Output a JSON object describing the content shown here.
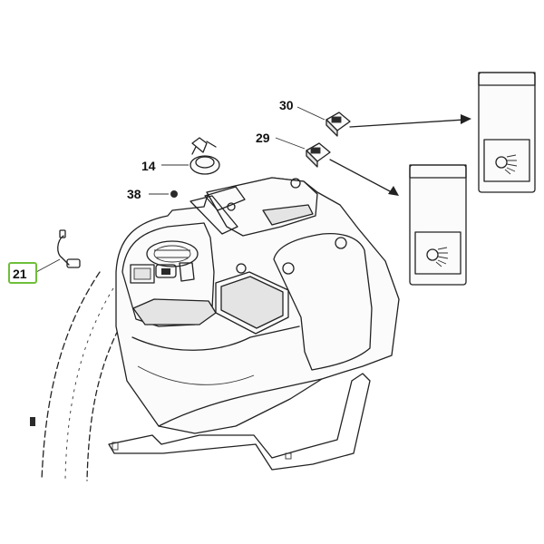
{
  "colors": {
    "highlight": "#6fbf3a",
    "line": "#222222",
    "background": "#ffffff"
  },
  "callouts": [
    {
      "id": "21",
      "label": "21",
      "highlighted": true
    },
    {
      "id": "14",
      "label": "14",
      "highlighted": false
    },
    {
      "id": "38",
      "label": "38",
      "highlighted": false
    },
    {
      "id": "29",
      "label": "29",
      "highlighted": false
    },
    {
      "id": "30",
      "label": "30",
      "highlighted": false
    }
  ],
  "icons": {
    "switch_symbol": "work-light-icon"
  }
}
